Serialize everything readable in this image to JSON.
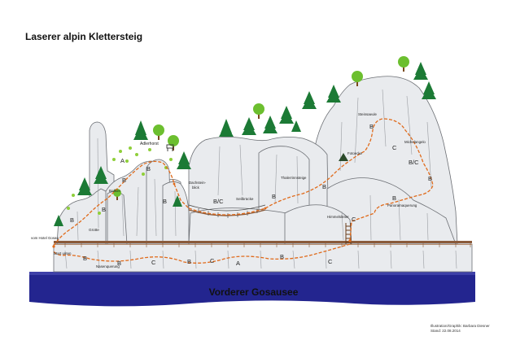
{
  "title": "Laserer alpin Klettersteig",
  "lake_name": "Vorderer Gosausee",
  "credit": {
    "line1": "Illustration/Graphik: Barbara Diesner",
    "line2": "Stand: 22.08.2014"
  },
  "places": {
    "adlerhorst": "Adlerhorst",
    "dachstein": "Dachstein-\nblick",
    "dachstein_l1": "Dachstein-",
    "dachstein_l2": "blick",
    "balkon": "Balkon",
    "grotte": "Grotte",
    "vom_hotel": "vom Hotel Gosau",
    "start": "Start unten",
    "nasen": "Nasenquerung",
    "seilbruecke": "Seilbrücke",
    "thaler": "Thalerrinnsteige",
    "fotoecke": "Fotoecke",
    "steinsaeule": "Steinsaeule",
    "michelangelo": "Michelangelo",
    "himmel": "Himmelsleiter",
    "panorama": "Panoramaquerung"
  },
  "grades": [
    "A",
    "B",
    "B",
    "B",
    "B",
    "B",
    "B/C",
    "B",
    "B",
    "C",
    "B",
    "B",
    "C",
    "B/C",
    "B",
    "B",
    "B",
    "C",
    "B",
    "C",
    "A",
    "B",
    "C"
  ],
  "icons": [
    "tree-icon",
    "deciduous-tree-icon",
    "bench-icon",
    "lake-icon",
    "ladder-icon",
    "bridge-icon"
  ],
  "colors": {
    "route": "#e06a1a",
    "lake": "#23258f",
    "rock": "#e9ebee",
    "rock_stroke": "#6c6f74",
    "conifer": "#1c7a35",
    "leaf": "#6cbf2f"
  }
}
